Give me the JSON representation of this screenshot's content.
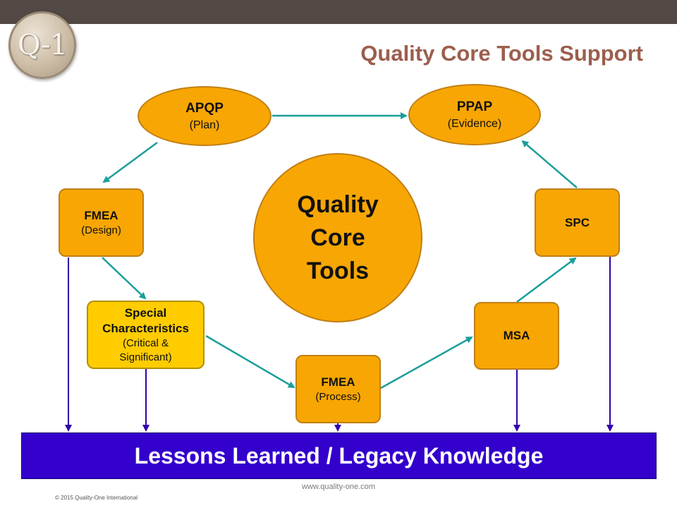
{
  "header": {
    "logo_text": "Q-1",
    "title": "Quality Core Tools Support"
  },
  "diagram": {
    "center_lines": [
      "Quality",
      "Core",
      "Tools"
    ],
    "nodes": {
      "apqp": {
        "label": "APQP",
        "sub": "(Plan)"
      },
      "ppap": {
        "label": "PPAP",
        "sub": "(Evidence)"
      },
      "fmea_design": {
        "label": "FMEA",
        "sub": "(Design)"
      },
      "spc": {
        "label": "SPC"
      },
      "special": {
        "label_lines": [
          "Special",
          "Characteristics"
        ],
        "sub_lines": [
          "(Critical &",
          "Significant)"
        ]
      },
      "msa": {
        "label": "MSA"
      },
      "fmea_process": {
        "label": "FMEA",
        "sub": "(Process)"
      }
    },
    "lessons_bar": "Lessons Learned / Legacy Knowledge",
    "colors": {
      "node_fill": "#f8a603",
      "special_fill": "#ffcc00",
      "flow_arrow": "#1b9e9b",
      "feed_arrow": "#3300aa",
      "lessons_fill": "#3300cc"
    }
  },
  "footer": {
    "website": "www.quality-one.com",
    "copyright": "© 2015 Quality-One International"
  }
}
